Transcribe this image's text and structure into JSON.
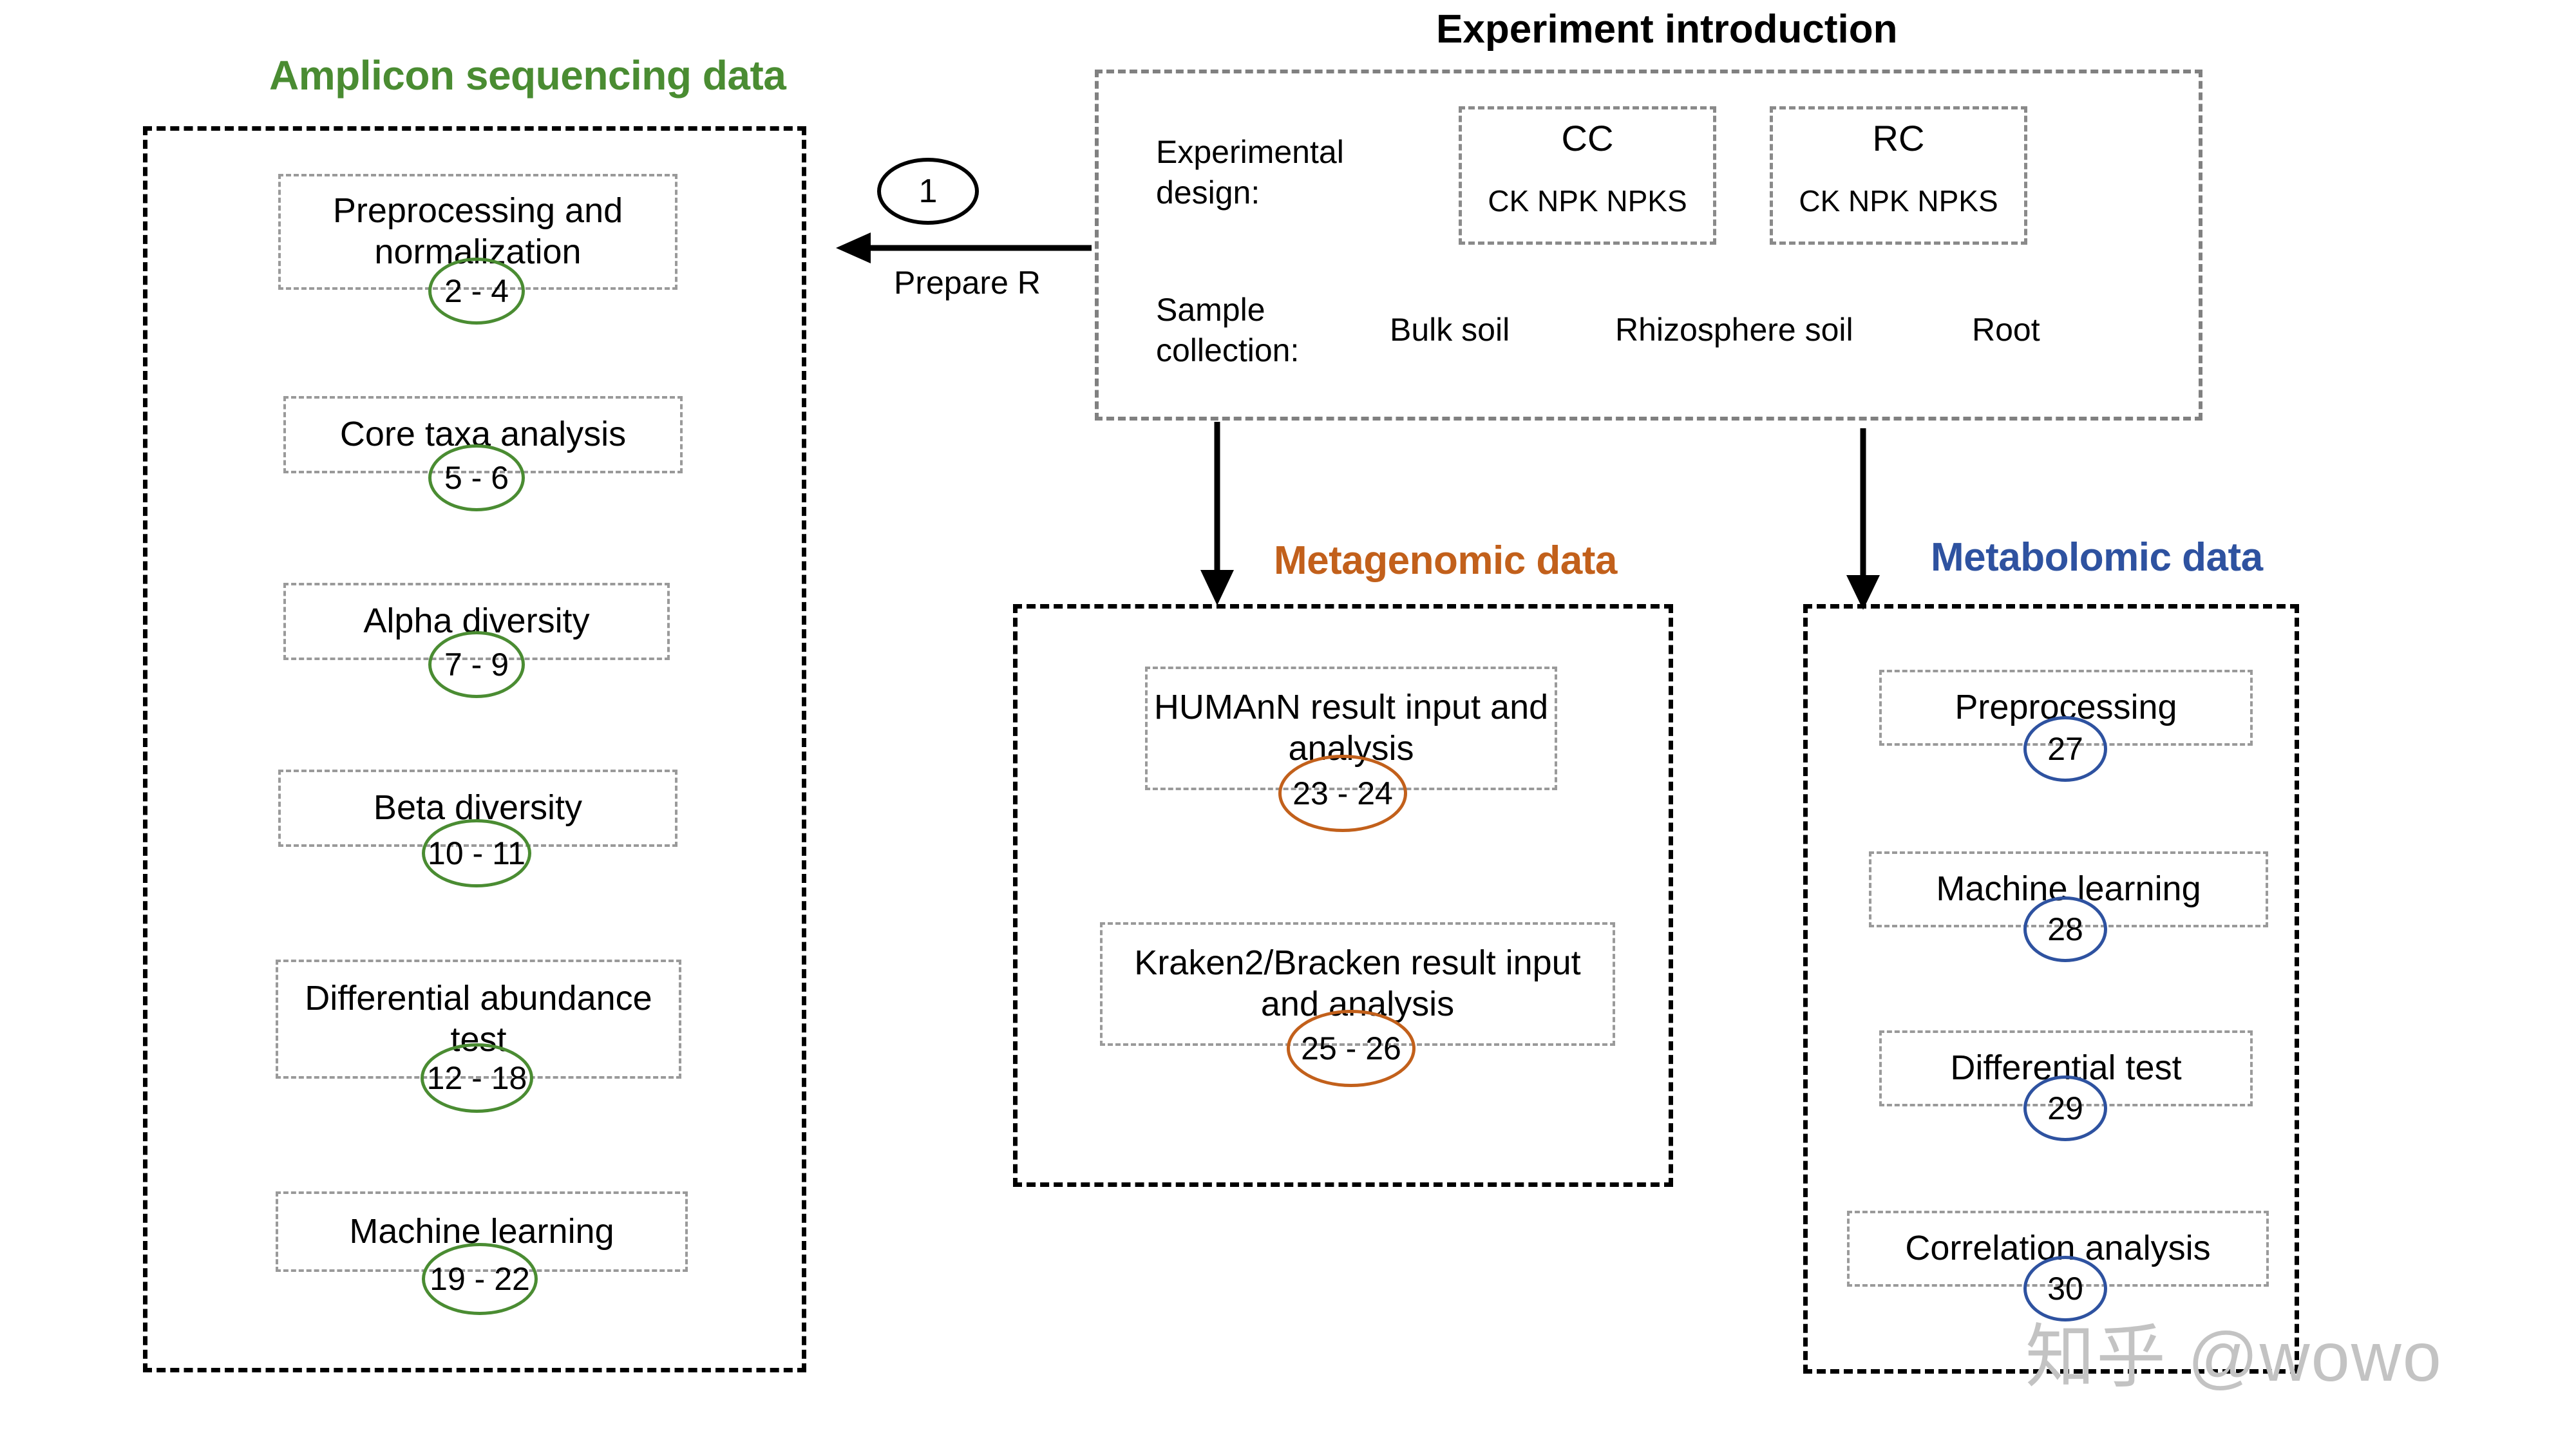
{
  "columns": {
    "amplicon": {
      "title": "Amplicon sequencing data",
      "color": "#4a8c32",
      "steps": [
        {
          "label": "Preprocessing and normalization",
          "number": "2 - 4"
        },
        {
          "label": "Core taxa analysis",
          "number": "5 - 6"
        },
        {
          "label": "Alpha diversity",
          "number": "7 - 9"
        },
        {
          "label": "Beta diversity",
          "number": "10 - 11"
        },
        {
          "label": "Differential abundance test",
          "number": "12 - 18"
        },
        {
          "label": "Machine learning",
          "number": "19 - 22"
        }
      ]
    },
    "metagenomic": {
      "title": "Metagenomic data",
      "color": "#c2601b",
      "steps": [
        {
          "label": "HUMAnN result input and analysis",
          "number": "23 - 24"
        },
        {
          "label": "Kraken2/Bracken result input and analysis",
          "number": "25 - 26"
        }
      ]
    },
    "metabolomic": {
      "title": "Metabolomic data",
      "color": "#2e52a0",
      "steps": [
        {
          "label": "Preprocessing",
          "number": "27"
        },
        {
          "label": "Machine learning",
          "number": "28"
        },
        {
          "label": "Differential test",
          "number": "29"
        },
        {
          "label": "Correlation analysis",
          "number": "30"
        }
      ]
    }
  },
  "experiment": {
    "title": "Experiment introduction",
    "design_label": "Experimental design:",
    "groups": [
      {
        "name": "CC",
        "treatments": "CK NPK NPKS"
      },
      {
        "name": "RC",
        "treatments": "CK NPK NPKS"
      }
    ],
    "collection_label": "Sample collection:",
    "samples": [
      "Bulk soil",
      "Rhizosphere soil",
      "Root"
    ]
  },
  "arrows": {
    "prepare": {
      "number": "1",
      "label": "Prepare R"
    }
  },
  "watermark": {
    "text": "知乎 @wowo"
  }
}
